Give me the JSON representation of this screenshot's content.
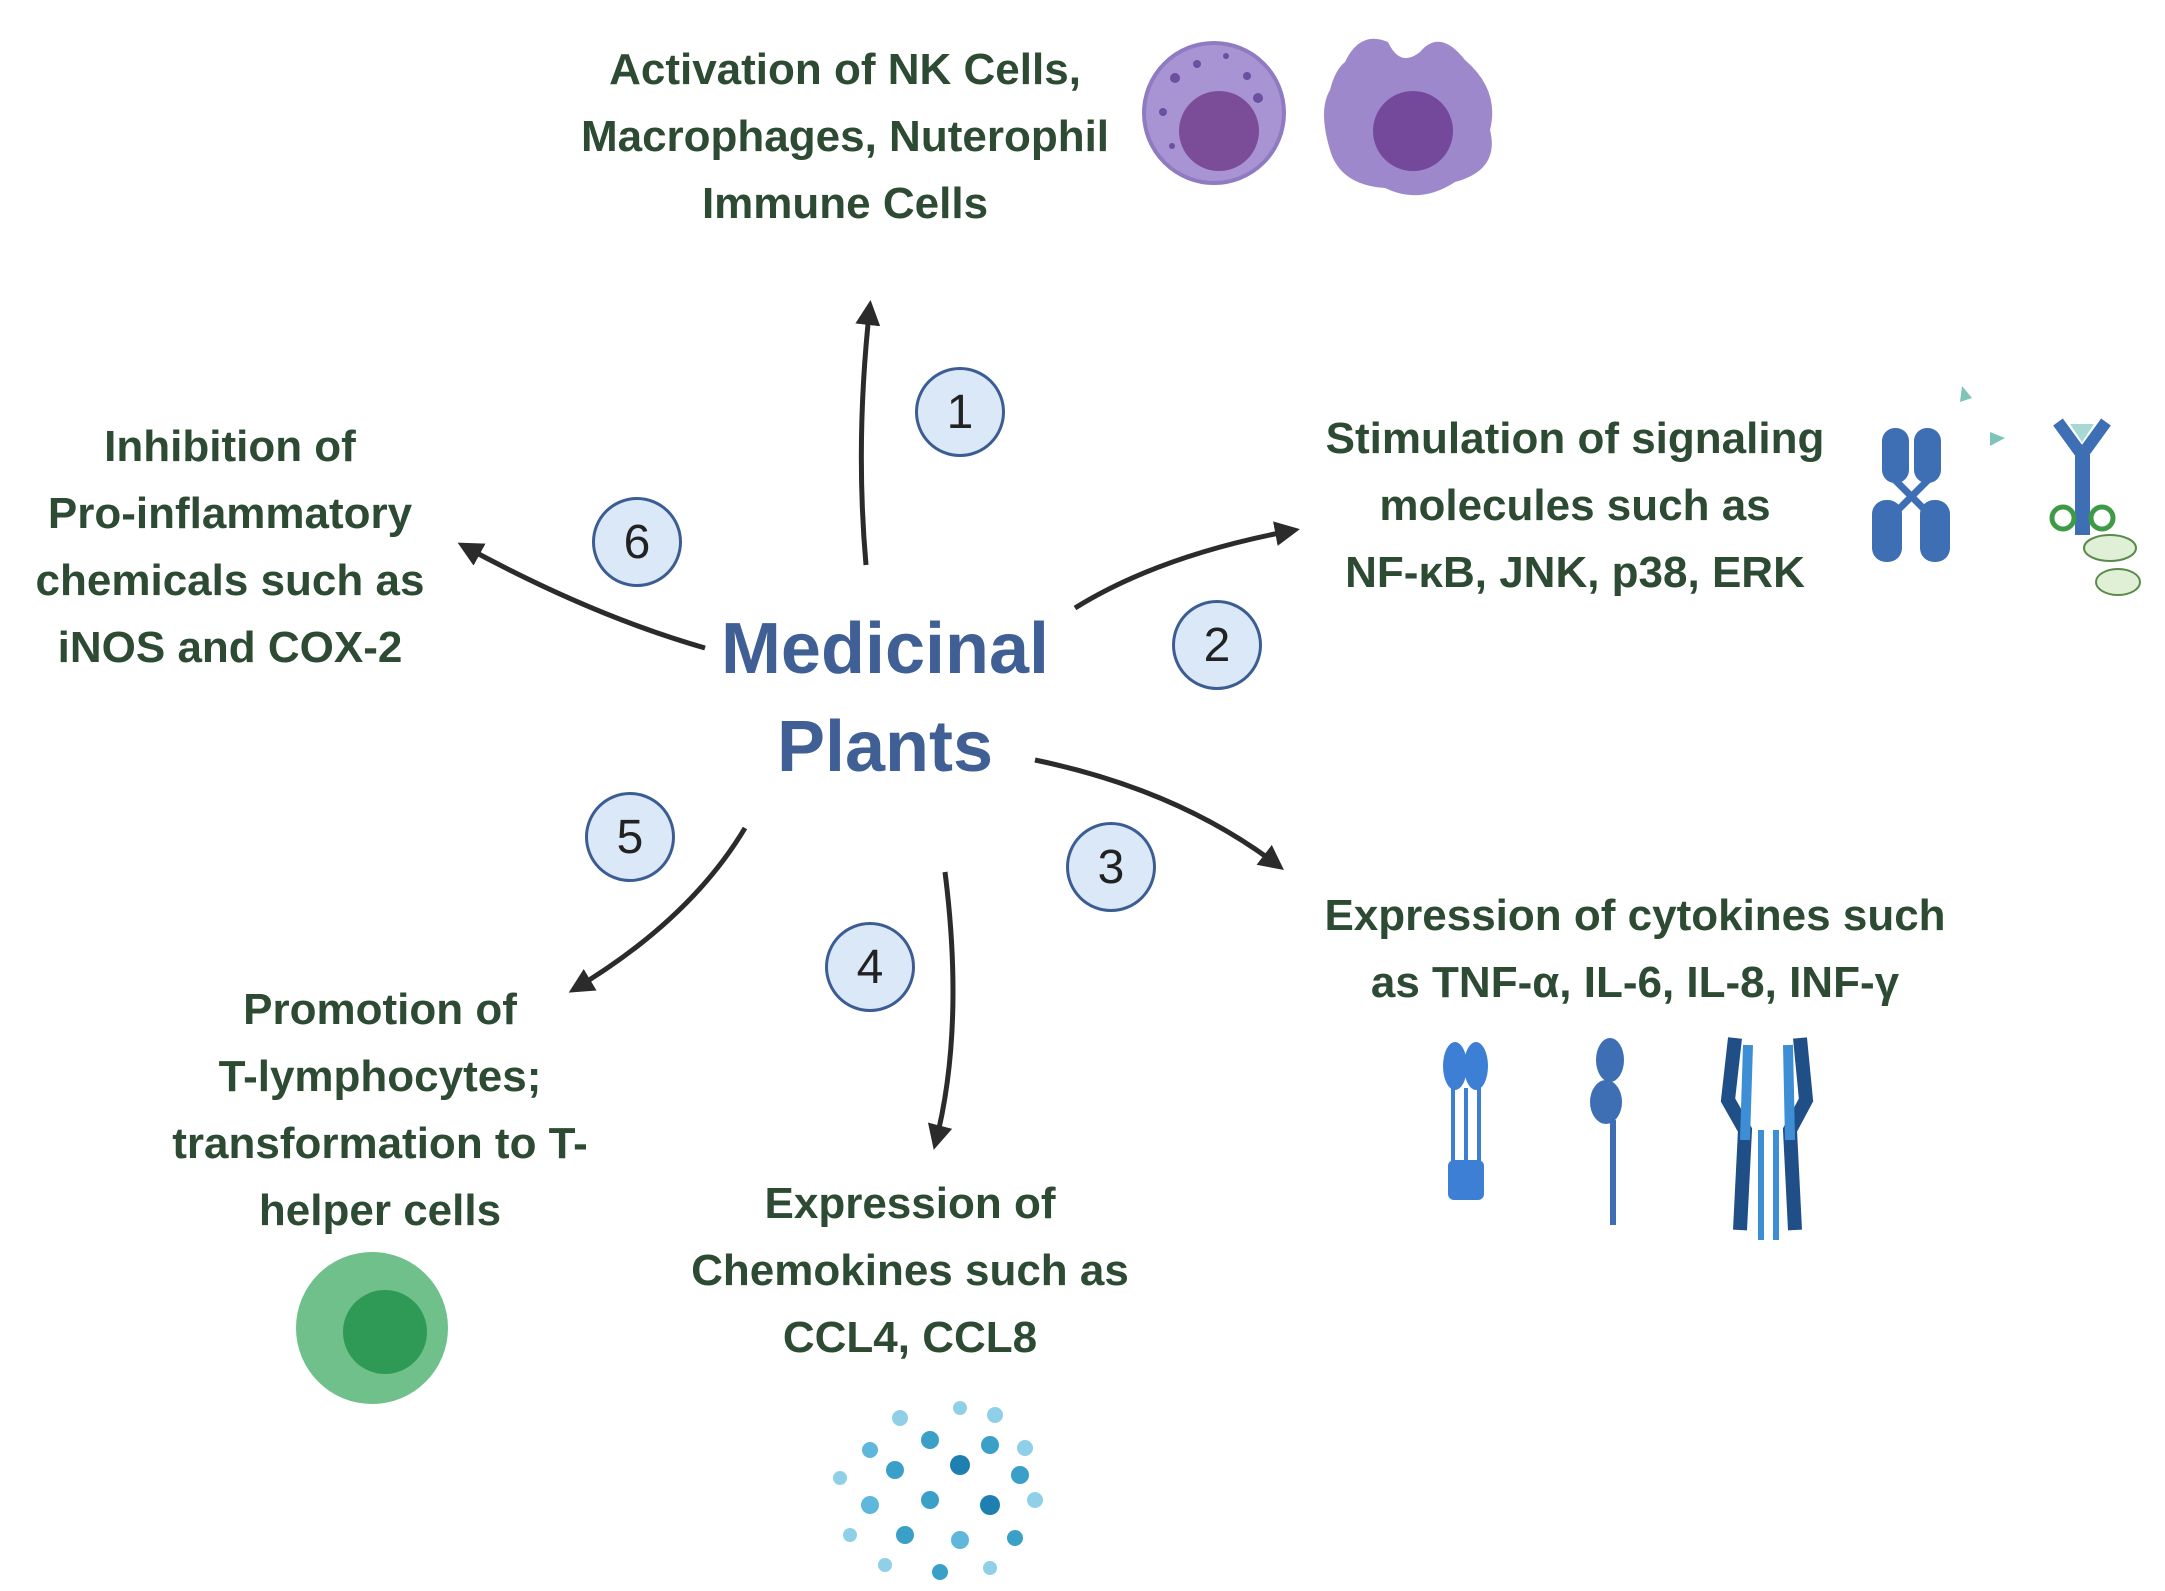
{
  "center": {
    "line1": "Medicinal",
    "line2": "Plants"
  },
  "nodes": [
    {
      "number": "1",
      "lines": [
        "Activation of NK Cells,",
        "Macrophages, Nuterophil",
        "Immune Cells"
      ]
    },
    {
      "number": "2",
      "lines": [
        "Stimulation of signaling",
        "molecules such as",
        "NF-κB, JNK, p38, ERK"
      ]
    },
    {
      "number": "3",
      "lines": [
        "Expression of cytokines such",
        "as TNF-α, IL-6, IL-8, INF-γ"
      ]
    },
    {
      "number": "4",
      "lines": [
        "Expression of",
        "Chemokines such as",
        "CCL4, CCL8"
      ]
    },
    {
      "number": "5",
      "lines": [
        "Promotion of",
        "T-lymphocytes;",
        "transformation to T-",
        "helper cells"
      ]
    },
    {
      "number": "6",
      "lines": [
        "Inhibition of",
        "Pro-inflammatory",
        "chemicals such as",
        "iNOS and COX-2"
      ]
    }
  ],
  "colors": {
    "center_text": "#3f5f95",
    "node_text": "#2d4a33",
    "number_fill": "#dbe8f7",
    "number_stroke": "#3b5d93",
    "arrow": "#2b2b2b",
    "immune_cell": "#9b87cc",
    "receptor": "#3e6fb5",
    "t_cell": "#2e9a55",
    "chemokine": "#3aa0c8"
  },
  "icons": [
    "nk-cell-icon",
    "macrophage-icon",
    "receptor-icon",
    "antibody-receptor-icon",
    "cytokine-receptor-icon",
    "chemokine-dots-icon",
    "t-cell-icon"
  ]
}
